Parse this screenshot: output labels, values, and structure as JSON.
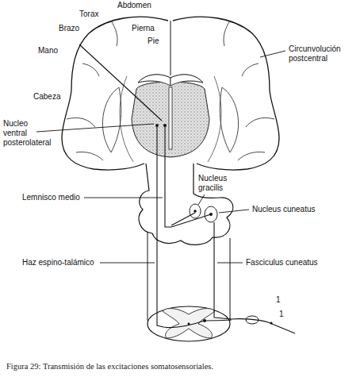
{
  "diagram": {
    "caption": "Figura 29: Transmisión de las excitaciones somatosensoriales.",
    "labels": [
      "Abdomen",
      "Torax",
      "Pierna",
      "Brazo",
      "Pie",
      "Mano",
      "Circunvolución postcentral",
      "Cabeza",
      "Nucleo ventral posterolateral",
      "Nucleus gracilis",
      "Lemnisco medio",
      "Nucleus cuneatus",
      "Haz espino-talámico",
      "Fasciculus cuneatus",
      "1",
      "1"
    ]
  }
}
